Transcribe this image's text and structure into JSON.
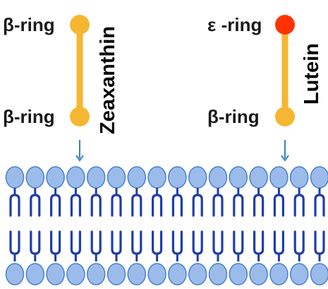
{
  "molecules": [
    {
      "name": "Zeaxanthin",
      "top_ring": {
        "label": "β-ring",
        "color": "#f5b731"
      },
      "bottom_ring": {
        "label": "β-ring",
        "color": "#f5b731"
      },
      "chain_color": "#f5b731"
    },
    {
      "name": "Lutein",
      "top_ring": {
        "label": "ε -ring",
        "color": "#ff3300"
      },
      "bottom_ring": {
        "label": "β-ring",
        "color": "#f5b731"
      },
      "chain_color": "#f5b731"
    }
  ],
  "membrane": {
    "head_fill": "#9bbcea",
    "head_outline": "#4a7fd0",
    "tail_color": "#1f3ea8",
    "arrow_color": "#3a7fc4"
  }
}
